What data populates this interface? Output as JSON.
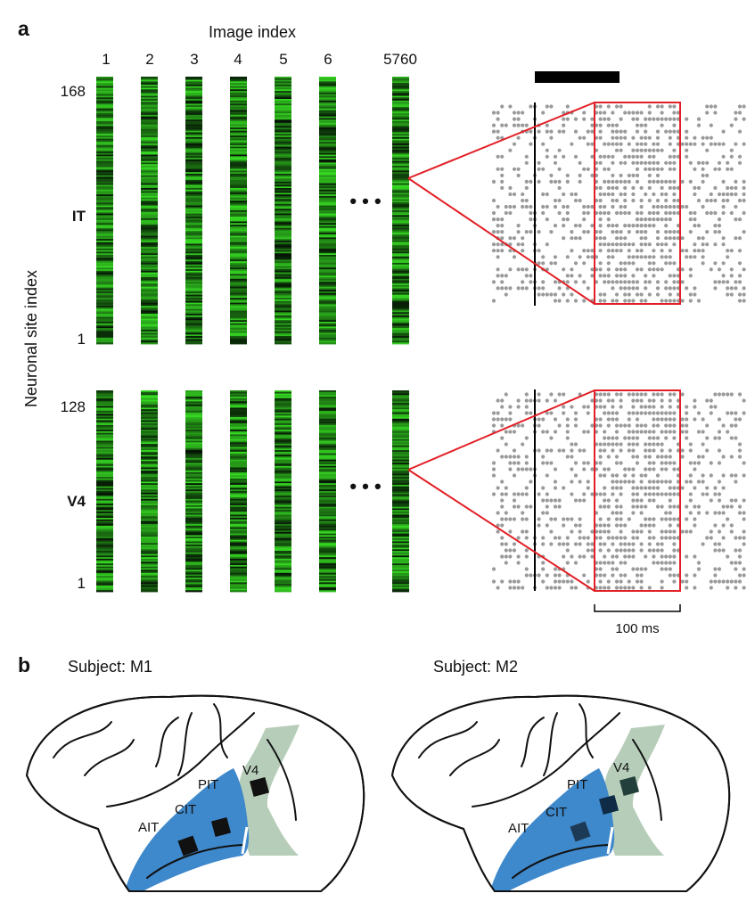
{
  "panel_a": {
    "letter": "a",
    "x_axis_title": "Image index",
    "y_axis_title": "Neuronal site index",
    "image_indices": [
      "1",
      "2",
      "3",
      "4",
      "5",
      "6",
      "5760"
    ],
    "ellipsis": "• • •",
    "scale_bar_label": "100 ms",
    "rows": [
      {
        "region": "IT",
        "region_color": "#3f8fd0",
        "top_tick": "168",
        "bottom_tick": "1",
        "n_sites": 168
      },
      {
        "region": "V4",
        "region_color": "#4aa346",
        "top_tick": "128",
        "bottom_tick": "1",
        "n_sites": 128
      }
    ],
    "colors": {
      "highlight": "#e21f26",
      "spike": "#9a9a9a",
      "stimulus_bar": "#000000"
    }
  },
  "panel_b": {
    "letter": "b",
    "subjects": [
      {
        "title": "Subject: M1",
        "labels": {
          "v4": "V4",
          "pit": "PIT",
          "cit": "CIT",
          "ait": "AIT"
        }
      },
      {
        "title": "Subject: M2",
        "labels": {
          "v4": "V4",
          "pit": "PIT",
          "cit": "CIT",
          "ait": "AIT"
        }
      }
    ],
    "colors": {
      "it_cortex": "#3e88cc",
      "v4_cortex": "#b6cdb9",
      "array": "#111111",
      "array_m2": "#1f3d3a"
    }
  }
}
